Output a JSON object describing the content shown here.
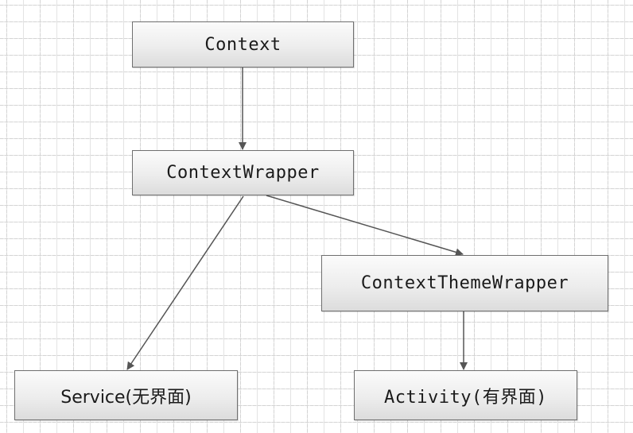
{
  "diagram": {
    "nodes": {
      "context": "Context",
      "context_wrapper": "ContextWrapper",
      "context_theme_wrapper": "ContextThemeWrapper",
      "service": "Service(无界面)",
      "activity": "Activity(有界面)"
    },
    "edges": [
      {
        "from": "context",
        "to": "context_wrapper"
      },
      {
        "from": "context_wrapper",
        "to": "context_theme_wrapper"
      },
      {
        "from": "context_wrapper",
        "to": "service"
      },
      {
        "from": "context_theme_wrapper",
        "to": "activity"
      }
    ],
    "colors": {
      "node_border": "#6f6f6f",
      "arrow": "#555555",
      "grid": "#d4d4d4"
    }
  }
}
